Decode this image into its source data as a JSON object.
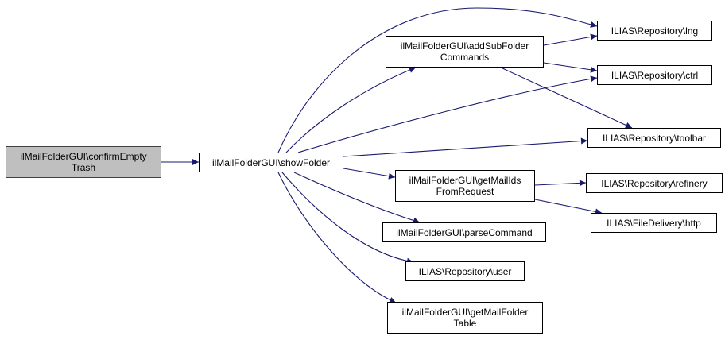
{
  "diagram": {
    "type": "call-graph",
    "edge_color": "#191970",
    "root_fill": "#bfbfbf",
    "nodes": [
      {
        "id": "confirmEmptyTrash",
        "label": "ilMailFolderGUI\\confirmEmpty\nTrash",
        "root": true
      },
      {
        "id": "showFolder",
        "label": "ilMailFolderGUI\\showFolder"
      },
      {
        "id": "addSubFolderCommands",
        "label": "ilMailFolderGUI\\addSubFolder\nCommands"
      },
      {
        "id": "getMailIdsFromRequest",
        "label": "ilMailFolderGUI\\getMailIds\nFromRequest"
      },
      {
        "id": "parseCommand",
        "label": "ilMailFolderGUI\\parseCommand"
      },
      {
        "id": "user",
        "label": "ILIAS\\Repository\\user"
      },
      {
        "id": "getMailFolderTable",
        "label": "ilMailFolderGUI\\getMailFolder\nTable"
      },
      {
        "id": "lng",
        "label": "ILIAS\\Repository\\lng"
      },
      {
        "id": "ctrl",
        "label": "ILIAS\\Repository\\ctrl"
      },
      {
        "id": "toolbar",
        "label": "ILIAS\\Repository\\toolbar"
      },
      {
        "id": "refinery",
        "label": "ILIAS\\Repository\\refinery"
      },
      {
        "id": "http",
        "label": "ILIAS\\FileDelivery\\http"
      }
    ],
    "edges": [
      {
        "from": "confirmEmptyTrash",
        "to": "showFolder"
      },
      {
        "from": "showFolder",
        "to": "lng"
      },
      {
        "from": "showFolder",
        "to": "addSubFolderCommands"
      },
      {
        "from": "showFolder",
        "to": "ctrl"
      },
      {
        "from": "showFolder",
        "to": "toolbar"
      },
      {
        "from": "showFolder",
        "to": "getMailIdsFromRequest"
      },
      {
        "from": "showFolder",
        "to": "parseCommand"
      },
      {
        "from": "showFolder",
        "to": "user"
      },
      {
        "from": "showFolder",
        "to": "getMailFolderTable"
      },
      {
        "from": "addSubFolderCommands",
        "to": "lng"
      },
      {
        "from": "addSubFolderCommands",
        "to": "ctrl"
      },
      {
        "from": "addSubFolderCommands",
        "to": "toolbar"
      },
      {
        "from": "getMailIdsFromRequest",
        "to": "refinery"
      },
      {
        "from": "getMailIdsFromRequest",
        "to": "http"
      }
    ]
  }
}
